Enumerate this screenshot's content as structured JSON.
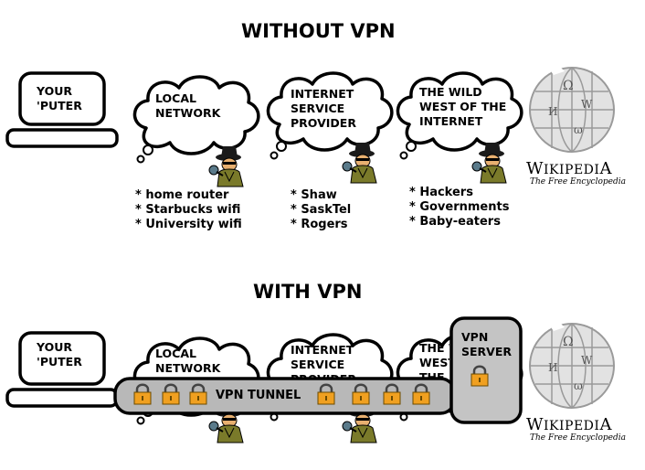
{
  "top_section": {
    "heading": "WITHOUT VPN",
    "computer_label": "YOUR\n'PUTER",
    "local_network": {
      "label": "LOCAL\nNETWORK",
      "examples": [
        "* home router",
        "* Starbucks wifi",
        "* University wifi"
      ]
    },
    "isp": {
      "label": "INTERNET\nSERVICE\nPROVIDER",
      "examples": [
        "* Shaw",
        "* SaskTel",
        "* Rogers"
      ]
    },
    "internet": {
      "label": "THE WILD\nWEST OF THE\nINTERNET",
      "examples": [
        "* Hackers",
        "* Governments",
        "* Baby-eaters"
      ]
    }
  },
  "bottom_section": {
    "heading": "WITH VPN",
    "computer_label": "YOUR\n'PUTER",
    "local_network_label": "LOCAL\nNETWORK",
    "isp_label": "INTERNET\nSERVICE\nPROVIDER",
    "internet_label": "THE WILD\nWEST OF THE\nINTERNET",
    "tunnel_label": "VPN TUNNEL",
    "server_label": "VPN\nSERVER"
  },
  "wikipedia": {
    "wordmark_first": "W",
    "wordmark_mid": "IKIPEDI",
    "wordmark_last": "A",
    "tagline": "The Free Encyclopedia"
  },
  "colors": {
    "outline": "#000000",
    "tunnel_fill": "#b8b8b8",
    "server_fill": "#c4c4c4",
    "lock_body": "#f0a020",
    "spy_coat": "#7a7a2a",
    "globe": "#d8d8d8"
  },
  "icons": {
    "computer": "laptop-icon",
    "cloud": "cloud-icon",
    "spy": "spy-icon",
    "lock": "padlock-icon",
    "globe": "wikipedia-globe-icon"
  }
}
